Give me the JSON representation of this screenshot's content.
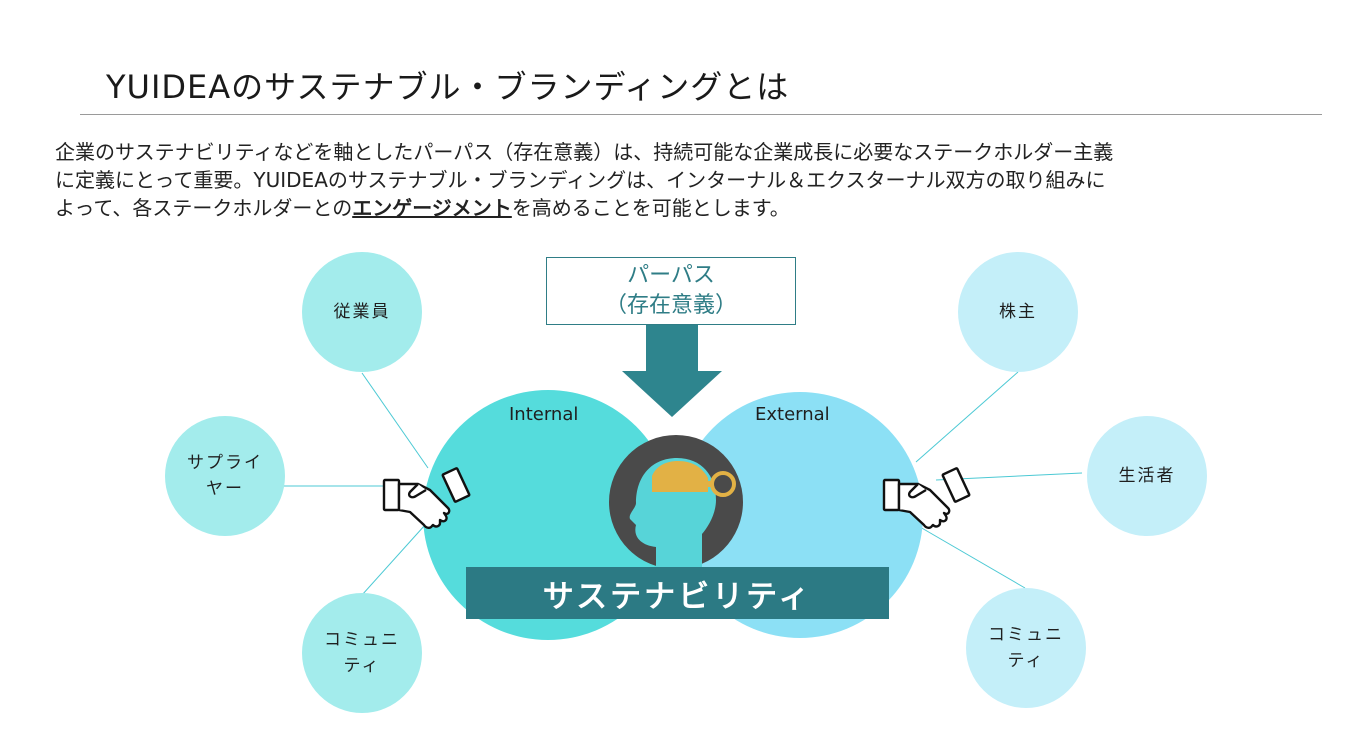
{
  "title": "YUIDEAのサステナブル・ブランディングとは",
  "intro": {
    "line1": "企業のサステナビリティなどを軸としたパーパス（存在意義）は、持続可能な企業成長に必要なステークホルダー主義",
    "line2": "に定義にとって重要。YUIDEAのサステナブル・ブランディングは、インターナル＆エクスターナル双方の取り組みに",
    "line3_pre": "よって、各ステークホルダーとの",
    "line3_em": "エンゲージメント",
    "line3_post": "を高めることを可能とします。"
  },
  "purpose": {
    "line1": "パーパス",
    "line2": "（存在意義）"
  },
  "circles": {
    "internal": "Internal",
    "external": "External"
  },
  "center_label": "サステナビリティ",
  "stakeholders_left": [
    {
      "label": "従業員"
    },
    {
      "label": "サプライ\nヤー"
    },
    {
      "label": "コミュニ\nティ"
    }
  ],
  "stakeholders_right": [
    {
      "label": "株主"
    },
    {
      "label": "生活者"
    },
    {
      "label": "コミュニ\nティ"
    }
  ],
  "icons": [
    "handshake-icon",
    "handshake-icon",
    "head-key-icon",
    "down-arrow-icon"
  ],
  "colors": {
    "internal_circle": "#55dcdc",
    "external_circle": "#8ce0f5",
    "left_nodes": "#a3ecec",
    "right_nodes": "#c4eff9",
    "accent_teal": "#2c7a84",
    "key_gold": "#e2b145",
    "head_dark": "#4a4a4a"
  }
}
